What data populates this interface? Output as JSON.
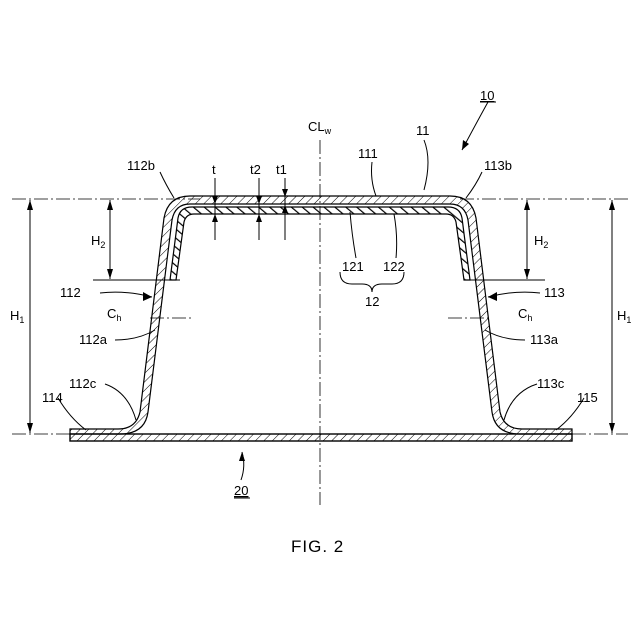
{
  "figure": {
    "caption": "FIG. 2",
    "labels": {
      "assembly": "10",
      "member": "11",
      "top_wall": "111",
      "left_wall": "112",
      "right_wall": "113",
      "left_wall_mid": "112a",
      "right_wall_mid": "113a",
      "left_upper_corner": "112b",
      "right_upper_corner": "113b",
      "left_lower_corner": "112c",
      "right_lower_corner": "113c",
      "left_flange": "114",
      "right_flange": "115",
      "reinforcement": "12",
      "layer_1": "121",
      "layer_2": "122",
      "plate": "20",
      "centerline": "CL",
      "centerline_sub": "w",
      "height_total": "H",
      "height_total_sub": "1",
      "height_partial": "H",
      "height_partial_sub": "2",
      "center_height": "C",
      "center_height_sub": "h",
      "thickness": "t",
      "thickness_2": "t2",
      "thickness_1": "t1"
    }
  }
}
